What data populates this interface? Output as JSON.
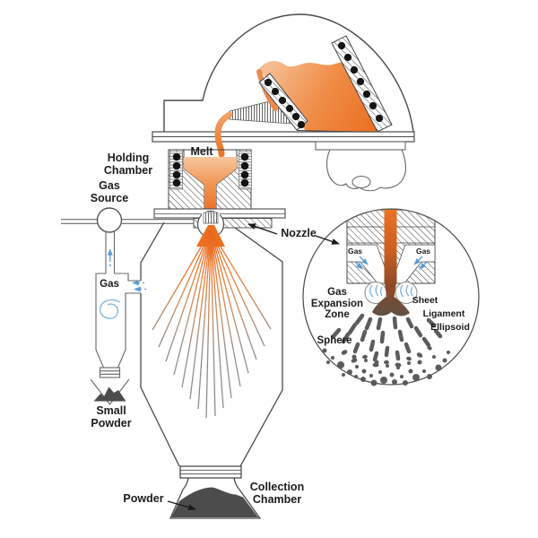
{
  "labels": {
    "melt": "Melt",
    "holding_chamber": "Holding Chamber",
    "gas_source": "Gas Source",
    "cyclone_gas": "Gas",
    "small_powder": "Small Powder",
    "nozzle": "Nozzle",
    "powder": "Powder",
    "collection_chamber": "Collection Chamber"
  },
  "inset": {
    "gas_left": "Gas",
    "gas_right": "Gas",
    "gas_expansion_zone": "Gas Expansion Zone",
    "sheet": "Sheet",
    "ligament": "Ligament",
    "ellipsoid": "Ellipsoid",
    "sphere": "Sphere"
  },
  "colors": {
    "melt_orange": "#ED7124",
    "melt_light": "#F8C9A4",
    "melt_deep": "#8E4A26",
    "spray_gray": "#8F8F8F",
    "powder_dark": "#4C4C4C",
    "droplet_gray": "#5C5C5C",
    "gas_blue": "#5B9BD5",
    "swirl_blue": "#7FB3DC",
    "outline": "#4A4A4A",
    "coil_black": "#141414"
  }
}
